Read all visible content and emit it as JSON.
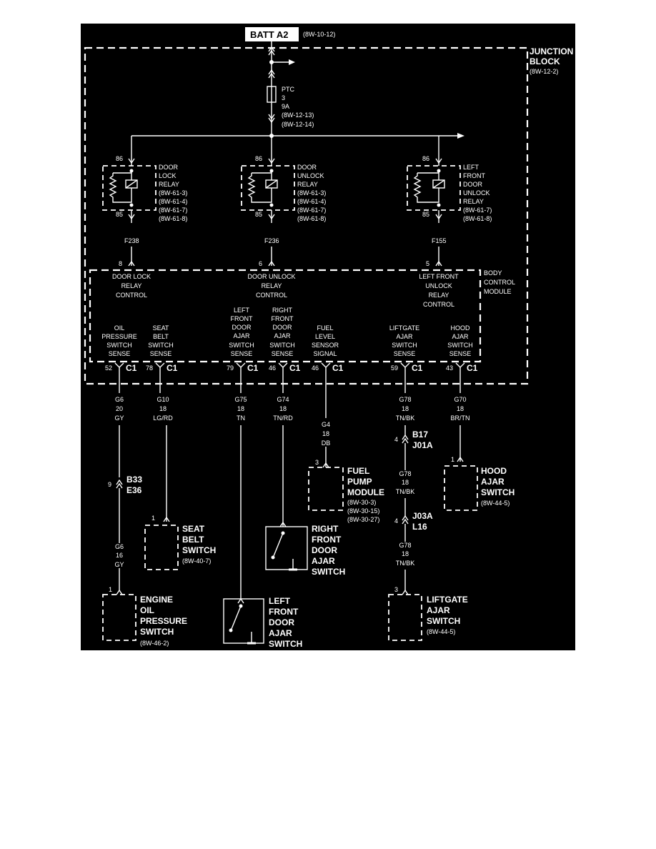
{
  "colors": {
    "background": "#000000",
    "foreground": "#ffffff"
  },
  "batt": {
    "label": "BATT A2",
    "ref": "(8W-10-12)"
  },
  "junction_block": {
    "line1": "JUNCTION",
    "line2": "BLOCK",
    "ref": "(8W-12-2)"
  },
  "ptc": {
    "l1": "PTC",
    "l2": "3",
    "l3": "9A",
    "r1": "(8W-12-13)",
    "r2": "(8W-12-14)"
  },
  "relays": [
    {
      "pin_top": "86",
      "pin_bot": "85",
      "name": [
        "DOOR",
        "LOCK",
        "RELAY"
      ],
      "refs": [
        "(8W-61-3)",
        "(8W-61-4)",
        "(8W-61-7)",
        "(8W-61-8)"
      ],
      "circuit": "F238",
      "bcm_pin": "8"
    },
    {
      "pin_top": "86",
      "pin_bot": "85",
      "name": [
        "DOOR",
        "UNLOCK",
        "RELAY"
      ],
      "refs": [
        "(8W-61-3)",
        "(8W-61-4)",
        "(8W-61-7)",
        "(8W-61-8)"
      ],
      "circuit": "F236",
      "bcm_pin": "6"
    },
    {
      "pin_top": "86",
      "pin_bot": "85",
      "name": [
        "LEFT",
        "FRONT",
        "DOOR",
        "UNLOCK",
        "RELAY"
      ],
      "refs": [
        "(8W-61-7)",
        "(8W-61-8)"
      ],
      "circuit": "F155",
      "bcm_pin": "5"
    }
  ],
  "bcm": {
    "name": [
      "BODY",
      "CONTROL",
      "MODULE"
    ],
    "controls": [
      [
        "DOOR LOCK",
        "RELAY",
        "CONTROL"
      ],
      [
        "DOOR UNLOCK",
        "RELAY",
        "CONTROL"
      ],
      [
        "LEFT FRONT",
        "UNLOCK",
        "RELAY",
        "CONTROL"
      ]
    ],
    "senses": [
      {
        "lines": [
          "OIL",
          "PRESSURE",
          "SWITCH",
          "SENSE"
        ],
        "pin": "52",
        "conn": "C1"
      },
      {
        "lines": [
          "SEAT",
          "BELT",
          "SWITCH",
          "SENSE"
        ],
        "pin": "78",
        "conn": "C1"
      },
      {
        "lines": [
          "LEFT",
          "FRONT",
          "DOOR",
          "AJAR",
          "SWITCH",
          "SENSE"
        ],
        "pin": "79",
        "conn": "C1"
      },
      {
        "lines": [
          "RIGHT",
          "FRONT",
          "DOOR",
          "AJAR",
          "SWITCH",
          "SENSE"
        ],
        "pin": "46",
        "conn": "C1"
      },
      {
        "lines": [
          "FUEL",
          "LEVEL",
          "SENSOR",
          "SIGNAL"
        ],
        "pin": "46",
        "conn": "C1"
      },
      {
        "lines": [
          "LIFTGATE",
          "AJAR",
          "SWITCH",
          "SENSE"
        ],
        "pin": "59",
        "conn": "C1"
      },
      {
        "lines": [
          "HOOD",
          "AJAR",
          "SWITCH",
          "SENSE"
        ],
        "pin": "43",
        "conn": "C1"
      }
    ]
  },
  "wires": [
    {
      "lines": [
        "G6",
        "20",
        "GY"
      ]
    },
    {
      "lines": [
        "G10",
        "18",
        "LG/RD"
      ]
    },
    {
      "lines": [
        "G75",
        "18",
        "TN"
      ]
    },
    {
      "lines": [
        "G74",
        "18",
        "TN/RD"
      ]
    },
    {
      "lines": [
        "G4",
        "18",
        "DB"
      ]
    },
    {
      "lines": [
        "G78",
        "18",
        "TN/BK"
      ]
    },
    {
      "lines": [
        "G70",
        "18",
        "BR/TN"
      ]
    },
    {
      "lines": [
        "G78",
        "18",
        "TN/BK"
      ]
    },
    {
      "lines": [
        "G78",
        "18",
        "TN/BK"
      ]
    },
    {
      "lines": [
        "G6",
        "16",
        "GY"
      ]
    }
  ],
  "inline_connectors": [
    {
      "pin": "9",
      "l1": "B33",
      "l2": "E36"
    },
    {
      "pin": "4",
      "l1": "B17",
      "l2": "J01A"
    },
    {
      "pin": "4",
      "l1": "J03A",
      "l2": "L16"
    }
  ],
  "components": {
    "fuel_pump": {
      "pin": "3",
      "name": [
        "FUEL",
        "PUMP",
        "MODULE"
      ],
      "refs": [
        "(8W-30-3)",
        "(8W-30-15)",
        "(8W-30-27)"
      ]
    },
    "hood": {
      "pin": "1",
      "name": [
        "HOOD",
        "AJAR",
        "SWITCH"
      ],
      "refs": [
        "(8W-44-5)"
      ]
    },
    "seat_belt": {
      "pin": "1",
      "name": [
        "SEAT",
        "BELT",
        "SWITCH"
      ],
      "refs": [
        "(8W-40-7)"
      ]
    },
    "right_front": {
      "name": [
        "RIGHT",
        "FRONT",
        "DOOR",
        "AJAR",
        "SWITCH"
      ]
    },
    "engine_oil": {
      "pin": "1",
      "name": [
        "ENGINE",
        "OIL",
        "PRESSURE",
        "SWITCH"
      ],
      "refs": [
        "(8W-46-2)"
      ]
    },
    "left_front": {
      "name": [
        "LEFT",
        "FRONT",
        "DOOR",
        "AJAR",
        "SWITCH"
      ]
    },
    "liftgate": {
      "pin": "3",
      "name": [
        "LIFTGATE",
        "AJAR",
        "SWITCH"
      ],
      "refs": [
        "(8W-44-5)"
      ]
    }
  }
}
